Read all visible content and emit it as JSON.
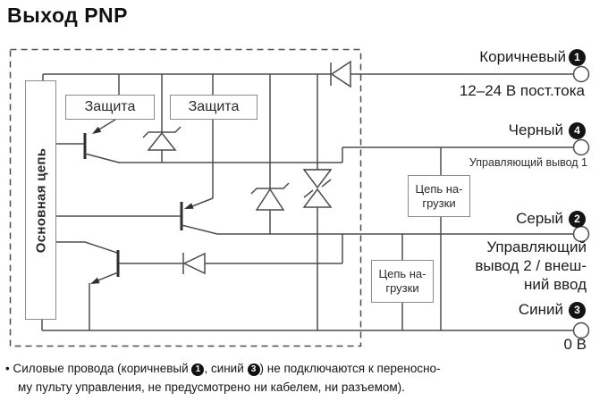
{
  "title": "Выход PNP",
  "colors": {
    "wire_line": "#4d4d4d",
    "box_border": "#8c8c8c",
    "text": "#1c1c1c",
    "badge": "#141414"
  },
  "diagram": {
    "enclosure": "dashed-boundary",
    "blocks": {
      "main_circuit": "Основная цепь",
      "protection1": "Защита",
      "protection2": "Защита",
      "load1_line1": "Цепь на-",
      "load1_line2": "грузки",
      "load2_line1": "Цепь на-",
      "load2_line2": "грузки"
    },
    "terminals": {
      "brown": {
        "label": "Коричневый",
        "num": "1",
        "desc": "12–24 В пост.тока"
      },
      "black": {
        "label": "Черный",
        "num": "4",
        "desc": "Управляющий вывод 1"
      },
      "gray": {
        "label": "Серый",
        "num": "2",
        "desc1": "Управляющий",
        "desc2": "вывод 2 / внеш-",
        "desc3": "ний ввод"
      },
      "blue": {
        "label": "Синий",
        "num": "3",
        "desc": "0 В"
      }
    }
  },
  "footnote": {
    "bullet": "•",
    "l1a": "Силовые провода (коричневый ",
    "n1": "1",
    "l1b": ", синий ",
    "n2": "3",
    "l1c": ") не подключаются к переносно-",
    "l2": "му пульту управления, не предусмотрено ни кабелем, ни разъемом)."
  }
}
